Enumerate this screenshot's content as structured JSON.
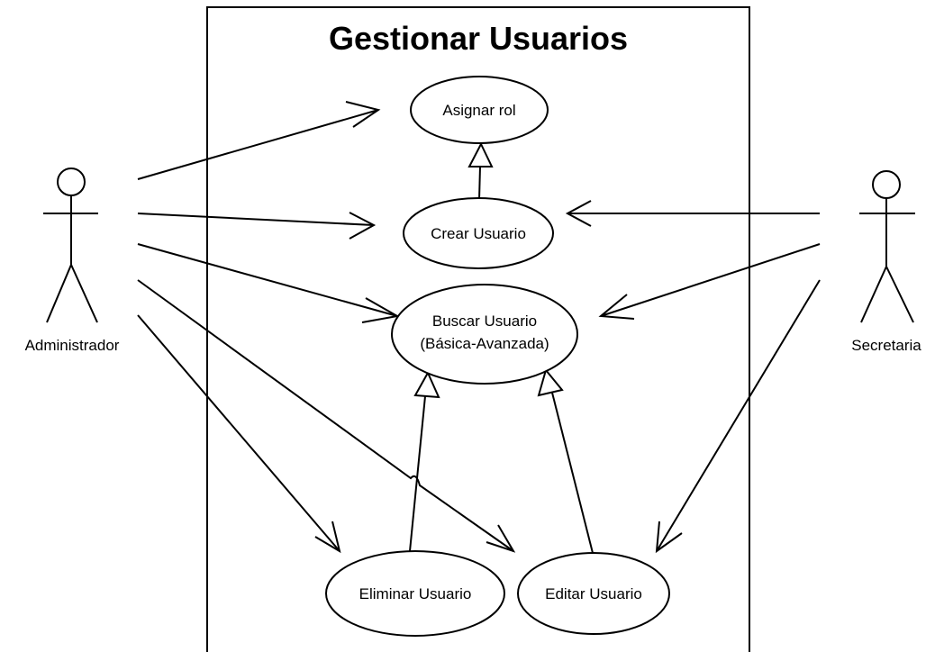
{
  "diagram": {
    "system": {
      "title": "Gestionar Usuarios"
    },
    "use_cases": {
      "asignar_rol": "Asignar rol",
      "crear_usuario": "Crear Usuario",
      "buscar_usuario_line1": "Buscar Usuario",
      "buscar_usuario_line2": "(Básica-Avanzada)",
      "eliminar_usuario": "Eliminar Usuario",
      "editar_usuario": "Editar Usuario"
    },
    "actors": {
      "administrador": "Administrador",
      "secretaria": "Secretaria"
    },
    "relationships": [
      {
        "type": "association",
        "from": "Administrador",
        "to": "Asignar rol"
      },
      {
        "type": "association",
        "from": "Administrador",
        "to": "Crear Usuario"
      },
      {
        "type": "association",
        "from": "Administrador",
        "to": "Buscar Usuario"
      },
      {
        "type": "association",
        "from": "Administrador",
        "to": "Eliminar Usuario"
      },
      {
        "type": "association",
        "from": "Administrador",
        "to": "Editar Usuario"
      },
      {
        "type": "association",
        "from": "Secretaria",
        "to": "Crear Usuario"
      },
      {
        "type": "association",
        "from": "Secretaria",
        "to": "Buscar Usuario"
      },
      {
        "type": "association",
        "from": "Secretaria",
        "to": "Editar Usuario"
      },
      {
        "type": "generalization",
        "from": "Crear Usuario",
        "to": "Asignar rol"
      },
      {
        "type": "generalization",
        "from": "Eliminar Usuario",
        "to": "Buscar Usuario"
      },
      {
        "type": "generalization",
        "from": "Editar Usuario",
        "to": "Buscar Usuario"
      }
    ]
  }
}
